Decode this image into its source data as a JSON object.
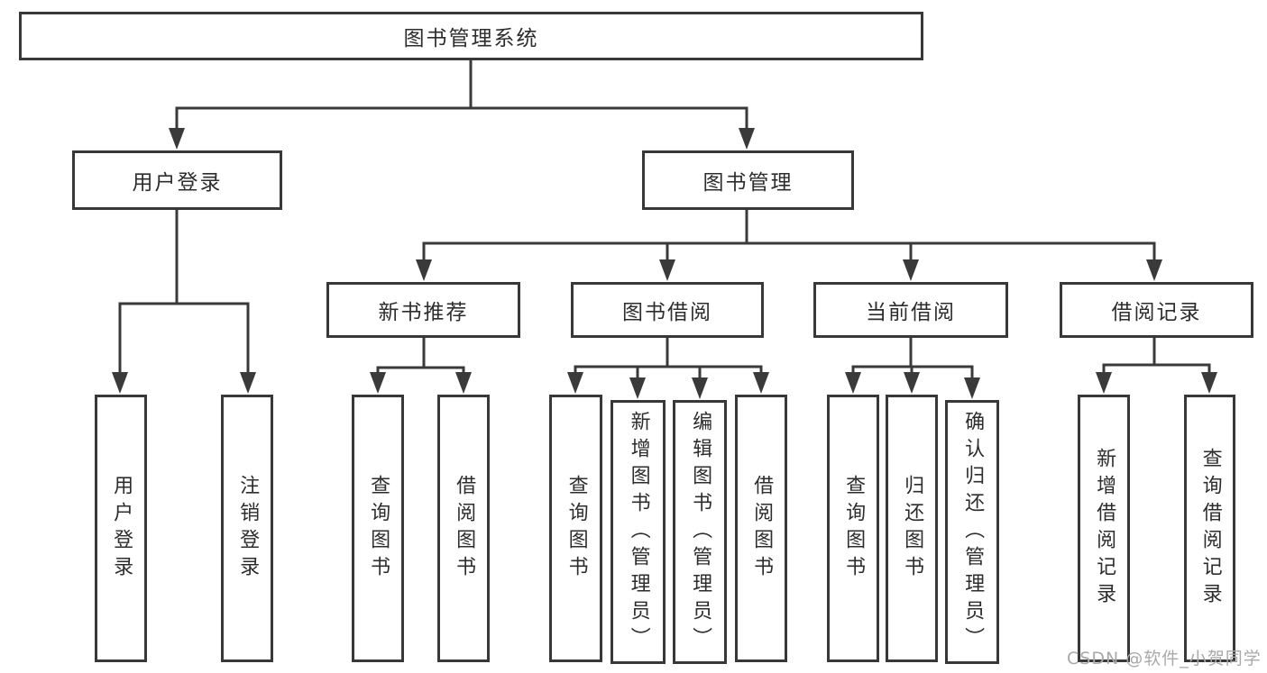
{
  "diagram": {
    "type": "tree",
    "root": {
      "label": "图书管理系统"
    },
    "branches": [
      {
        "label": "用户登录",
        "children": [
          {
            "label": "用户登录"
          },
          {
            "label": "注销登录"
          }
        ]
      },
      {
        "label": "图书管理",
        "children": [
          {
            "label": "新书推荐",
            "children": [
              {
                "label": "查询图书"
              },
              {
                "label": "借阅图书"
              }
            ]
          },
          {
            "label": "图书借阅",
            "children": [
              {
                "label": "查询图书"
              },
              {
                "label": "新增图书（管理员）"
              },
              {
                "label": "编辑图书（管理员）"
              },
              {
                "label": "借阅图书"
              }
            ]
          },
          {
            "label": "当前借阅",
            "children": [
              {
                "label": "查询图书"
              },
              {
                "label": "归还图书"
              },
              {
                "label": "确认归还（管理员）"
              }
            ]
          },
          {
            "label": "借阅记录",
            "children": [
              {
                "label": "新增借阅记录"
              },
              {
                "label": "查询借阅记录"
              }
            ]
          }
        ]
      }
    ]
  },
  "watermark": {
    "text": "CSDN @软件_小贺同学"
  },
  "colors": {
    "line": "#3a3a3a",
    "border": "#383838",
    "text": "#2d2d2d",
    "watermark": "#a9a9a9",
    "background": "#ffffff"
  }
}
